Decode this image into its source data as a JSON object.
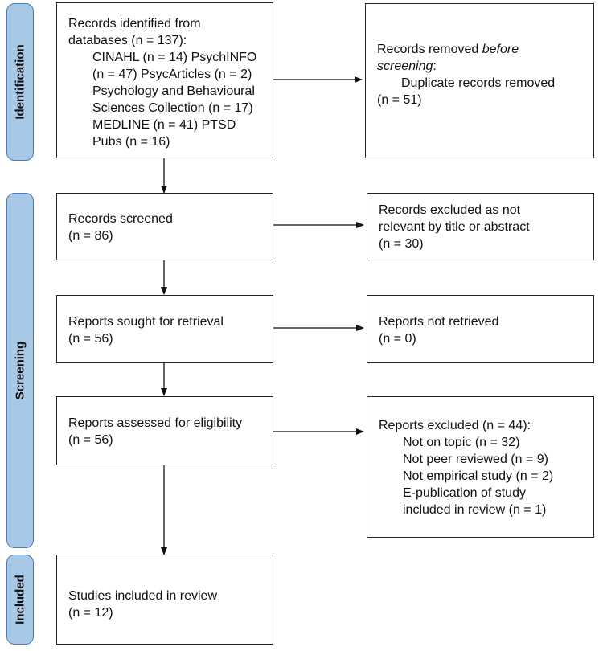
{
  "phases": {
    "identification": "Identification",
    "screening": "Screening",
    "included": "Included"
  },
  "boxes": {
    "identified": {
      "lines": [
        "Records identified from",
        "databases (n = 137):",
        "CINAHL (n = 14) PsychINFO",
        "(n = 47) PsycArticles (n = 2)",
        "Psychology and Behavioural",
        "Sciences Collection (n = 17)",
        "MEDLINE (n = 41) PTSD",
        "Pubs (n = 16)"
      ]
    },
    "removed": {
      "line1": "Records removed ",
      "line1_italic": "before",
      "line2_italic": "screening",
      "line2_rest": ":",
      "line3": "Duplicate records removed",
      "line4": "(n = 51)"
    },
    "screened": {
      "line1": "Records screened",
      "line2": "(n = 86)"
    },
    "excluded_title": {
      "line1": "Records excluded as not",
      "line2": "relevant by title or abstract",
      "line3": "(n = 30)"
    },
    "sought": {
      "line1": "Reports sought for retrieval",
      "line2": "(n = 56)"
    },
    "not_retrieved": {
      "line1": "Reports not retrieved",
      "line2": "(n = 0)"
    },
    "assessed": {
      "line1": "Reports assessed for eligibility",
      "line2": "(n = 56)"
    },
    "reports_excluded": {
      "line1": "Reports excluded (n = 44):",
      "items": [
        "Not on topic (n = 32)",
        "Not peer reviewed (n = 9)",
        "Not empirical study (n = 2)",
        "E-publication of study",
        "included in review (n = 1)"
      ]
    },
    "included": {
      "line1": "Studies included in review",
      "line2": "(n = 12)"
    }
  }
}
